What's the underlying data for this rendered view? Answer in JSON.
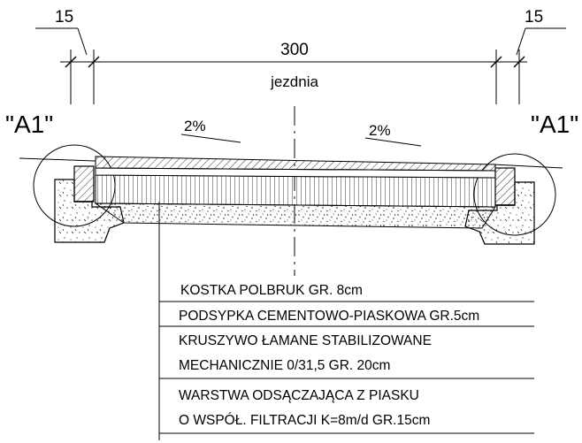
{
  "dimensions": {
    "left_offset": "15",
    "right_offset": "15",
    "width": "300",
    "width_label": "jezdnia"
  },
  "slopes": {
    "left": "2%",
    "right": "2%"
  },
  "details": {
    "left": "\"A1\"",
    "right": "\"A1\""
  },
  "layers": [
    "KOSTKA POLBRUK GR. 8cm",
    "PODSYPKA CEMENTOWO-PIASKOWA GR.5cm",
    "KRUSZYWO ŁAMANE STABILIZOWANE",
    "MECHANICZNIE 0/31,5 GR. 20cm",
    "WARSTWA ODSĄCZAJĄCA Z PIASKU",
    "O WSPÓŁ. FILTRACJI K=8m/d  GR.15cm"
  ],
  "colors": {
    "ink": "#000000",
    "paper": "#ffffff"
  }
}
